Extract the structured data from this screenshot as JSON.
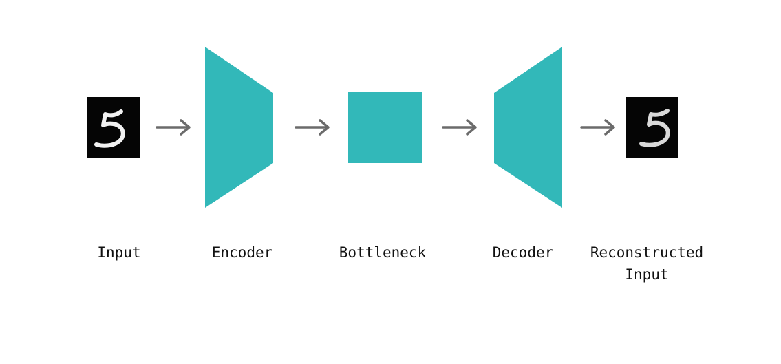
{
  "colors": {
    "block": "#32b8b9",
    "arrow": "#6b6b6b",
    "image_bg": "#050505",
    "digit_stroke": "#f2f2f2",
    "text": "#111111"
  },
  "stages": [
    {
      "id": "input",
      "label": "Input",
      "shape": "digit-image"
    },
    {
      "id": "encoder",
      "label": "Encoder",
      "shape": "trapezoid-narrowing"
    },
    {
      "id": "bottleneck",
      "label": "Bottleneck",
      "shape": "square"
    },
    {
      "id": "decoder",
      "label": "Decoder",
      "shape": "trapezoid-widening"
    },
    {
      "id": "reconstructed",
      "label": "Reconstructed\nInput",
      "shape": "digit-image"
    }
  ],
  "arrows": [
    {
      "from": "input",
      "to": "encoder",
      "icon": "right-arrow-icon"
    },
    {
      "from": "encoder",
      "to": "bottleneck",
      "icon": "right-arrow-icon"
    },
    {
      "from": "bottleneck",
      "to": "decoder",
      "icon": "right-arrow-icon"
    },
    {
      "from": "decoder",
      "to": "reconstructed",
      "icon": "right-arrow-icon"
    }
  ]
}
